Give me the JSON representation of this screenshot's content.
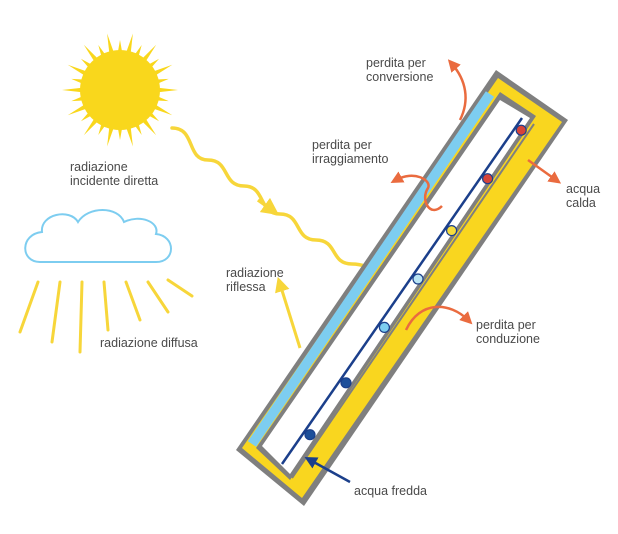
{
  "labels": {
    "incident": [
      "radiazione",
      "incidente diretta"
    ],
    "diffuse": "radiazione diffusa",
    "reflected": [
      "radiazione",
      "riflessa"
    ],
    "loss_conversion": [
      "perdita per",
      "conversione"
    ],
    "loss_radiation": [
      "perdita per",
      "irraggiamento"
    ],
    "loss_conduction": [
      "perdita per",
      "conduzione"
    ],
    "hot_water": [
      "acqua",
      "calda"
    ],
    "cold_water": "acqua fredda"
  },
  "icons": [
    "sun-icon",
    "cloud-icon"
  ],
  "colors": {
    "sun": "#f9d71c",
    "radiation": "#f7d63a",
    "glass": "#7dcdf0",
    "insulation": "#f9d61f",
    "frame": "#7f7f7f",
    "pipe": "#1b3f8b",
    "loss_arrow": "#ea6b3f",
    "cold_arrow": "#1b3f8b",
    "text": "#4a4a4a"
  },
  "pipe_dots": [
    "#1d4f9a",
    "#1d4f9a",
    "#7dcdf0",
    "#b9e4f3",
    "#f6dc3c",
    "#d6443a",
    "#d6443a"
  ]
}
